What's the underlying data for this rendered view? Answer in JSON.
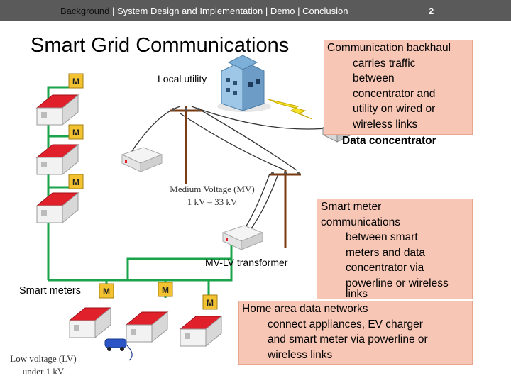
{
  "header": {
    "breadcrumbs": [
      "Background",
      "System Design and Implementation",
      "Demo",
      "Conclusion"
    ],
    "separator": "|",
    "page_number": "2"
  },
  "title": "Smart Grid Communications",
  "labels": {
    "local_utility": "Local utility",
    "medium_voltage_line1": "Medium Voltage (MV)",
    "medium_voltage_line2": "1 kV – 33 kV",
    "mv_lv_transformer": "MV-LV transformer",
    "smart_meters": "Smart meters",
    "low_voltage_line1": "Low voltage (LV)",
    "low_voltage_line2": "under 1 kV",
    "meter_letter": "M"
  },
  "callouts": {
    "backhaul": {
      "lines": [
        "Communication backhaul",
        "carries traffic",
        "between",
        "concentrator and",
        "utility on wired or",
        "wireless links"
      ],
      "extra": "Data concentrator"
    },
    "smart_meter_comms": {
      "lines": [
        "Smart meter",
        "communications",
        "between smart",
        "meters and data",
        "concentrator via",
        "powerline or wireless",
        "links"
      ]
    },
    "home_area": {
      "lines": [
        "Home area data networks",
        "connect appliances, EV charger",
        "and smart meter via powerline or",
        "wireless links"
      ]
    }
  },
  "colors": {
    "header_bg": "#5a5a5a",
    "callout_bg": "#f7c6b5",
    "house_roof": "#e0202a",
    "meter_box": "#f2c230",
    "green_line": "#19a34a",
    "lightning": "#f5e32a"
  }
}
